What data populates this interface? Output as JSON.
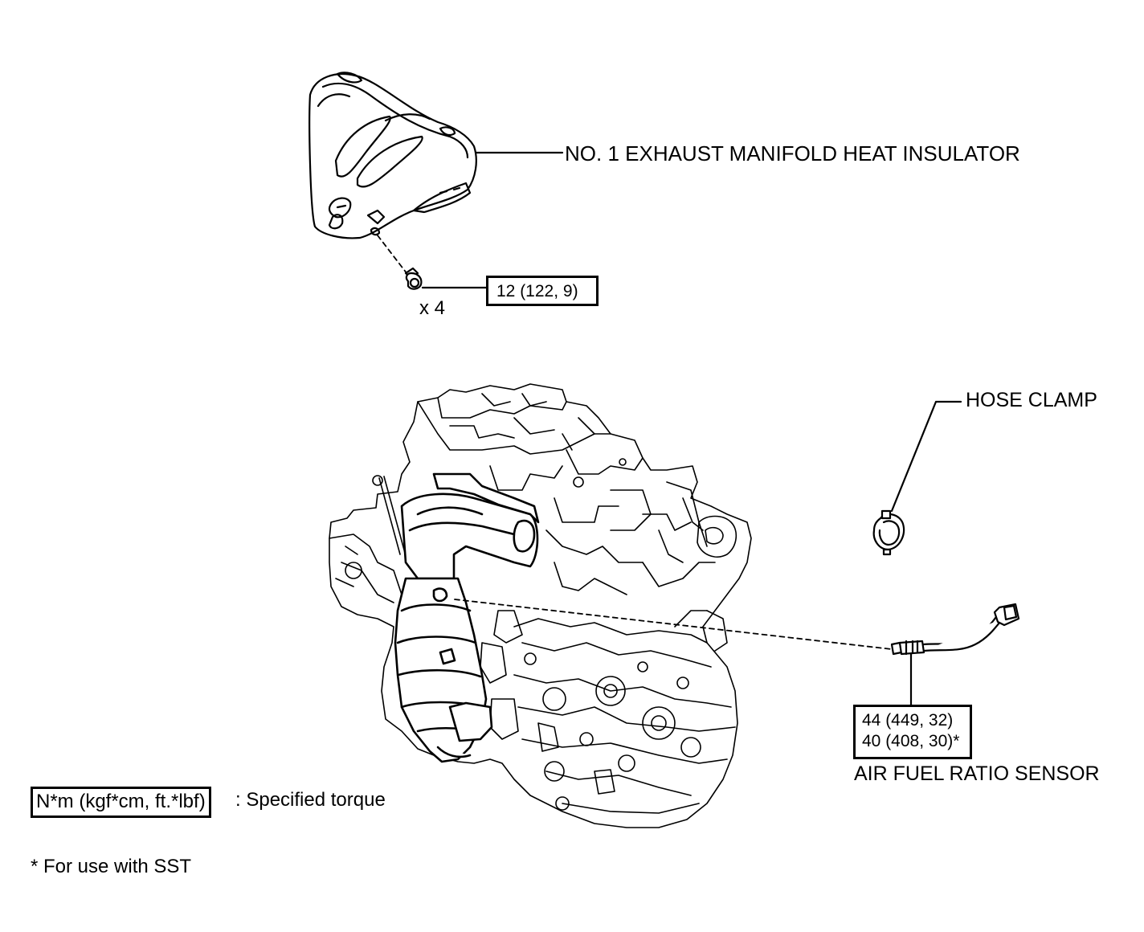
{
  "labels": {
    "heat_insulator": "NO. 1 EXHAUST MANIFOLD HEAT INSULATOR",
    "bolt_qty": "x 4",
    "hose_clamp": "HOSE CLAMP",
    "af_sensor": "AIR FUEL RATIO SENSOR"
  },
  "torque": {
    "bolt": "12 (122, 9)",
    "sensor_std": "44 (449, 32)",
    "sensor_sst": "40 (408, 30)*"
  },
  "legend": {
    "unit_box": "N*m (kgf*cm, ft.*lbf)",
    "unit_desc": ": Specified torque",
    "footnote": "* For use with SST"
  }
}
